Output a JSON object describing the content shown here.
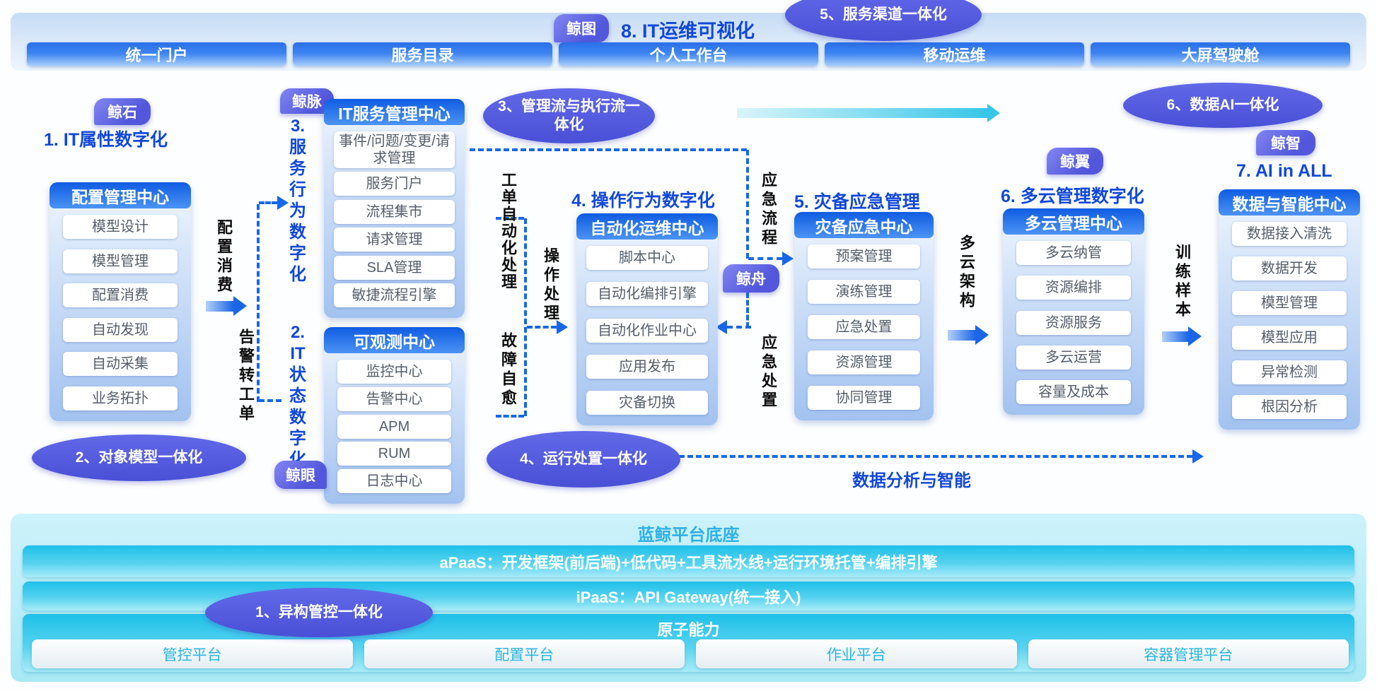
{
  "top_bar": {
    "badge": "鲸图",
    "title": "8. IT运维可视化",
    "nav": [
      "统一门户",
      "服务目录",
      "个人工作台",
      "移动运维",
      "大屏驾驶舱"
    ]
  },
  "badges": {
    "jingshi": "鲸石",
    "jingmai": "鲸脉",
    "jingyan": "鲸眼",
    "jingzhou": "鲸舟",
    "jingyi": "鲸翼",
    "jingzhi": "鲸智"
  },
  "titles": {
    "t1": "1. IT属性数字化",
    "t4": "4. 操作行为数字化",
    "t5": "5. 灾备应急管理",
    "t6": "6. 多云管理数字化",
    "t7": "7. AI in ALL"
  },
  "vtitles": {
    "t3": [
      "3.",
      "服",
      "务",
      "行",
      "为",
      "数",
      "字",
      "化"
    ],
    "t2": [
      "2.",
      "IT",
      "状",
      "态",
      "数",
      "字",
      "化"
    ]
  },
  "cards": {
    "cmdb": {
      "header": "配置管理中心",
      "items": [
        "模型设计",
        "模型管理",
        "配置消费",
        "自动发现",
        "自动采集",
        "业务拓扑"
      ]
    },
    "itsm": {
      "header": "IT服务管理中心",
      "items": [
        "事件/问题/变更/请求管理",
        "服务门户",
        "流程集市",
        "请求管理",
        "SLA管理",
        "敏捷流程引擎"
      ]
    },
    "observe": {
      "header": "可观测中心",
      "items": [
        "监控中心",
        "告警中心",
        "APM",
        "RUM",
        "日志中心"
      ]
    },
    "auto": {
      "header": "自动化运维中心",
      "items": [
        "脚本中心",
        "自动化编排引擎",
        "自动化作业中心",
        "应用发布",
        "灾备切换"
      ]
    },
    "dr": {
      "header": "灾备应急中心",
      "items": [
        "预案管理",
        "演练管理",
        "应急处置",
        "资源管理",
        "协同管理"
      ]
    },
    "cloud": {
      "header": "多云管理中心",
      "items": [
        "多云纳管",
        "资源编排",
        "资源服务",
        "多云运营",
        "容量及成本"
      ]
    },
    "ai": {
      "header": "数据与智能中心",
      "items": [
        "数据接入清洗",
        "数据开发",
        "模型管理",
        "模型应用",
        "异常检测",
        "根因分析"
      ]
    }
  },
  "connectors": {
    "config_consume": "配置消费",
    "alarm_to_ticket": "告警转工单",
    "ticket_auto": "工单自动化处理",
    "op_handle": "操作处理",
    "fault_selfheal": "故障自愈",
    "emergency_flow": "应急流程",
    "emergency_handle": "应急处置",
    "multicloud_arch": "多云架构",
    "training_sample": "训练样本",
    "data_analysis": "数据分析与智能"
  },
  "ellipses": {
    "e1": "1、异构管控一体化",
    "e2": "2、对象模型一体化",
    "e3": "3、管理流与执行流一体化",
    "e4": "4、运行处置一体化",
    "e5": "5、服务渠道一体化",
    "e6": "6、数据AI一体化"
  },
  "platform": {
    "title": "蓝鲸平台底座",
    "apaas": "aPaaS：开发框架(前后端)+低代码+工具流水线+运行环境托管+编排引擎",
    "ipaas": "iPaaS：API Gateway(统一接入)",
    "atomic": "原子能力",
    "platforms": [
      "管控平台",
      "配置平台",
      "作业平台",
      "容器管理平台"
    ]
  },
  "colors": {
    "accent_blue": "#1248d8",
    "badge_purple": "#5257dc",
    "ellipse_blue": "#4a50d6",
    "dash_blue": "#1767e8",
    "cyan": "#2fb0e6"
  }
}
